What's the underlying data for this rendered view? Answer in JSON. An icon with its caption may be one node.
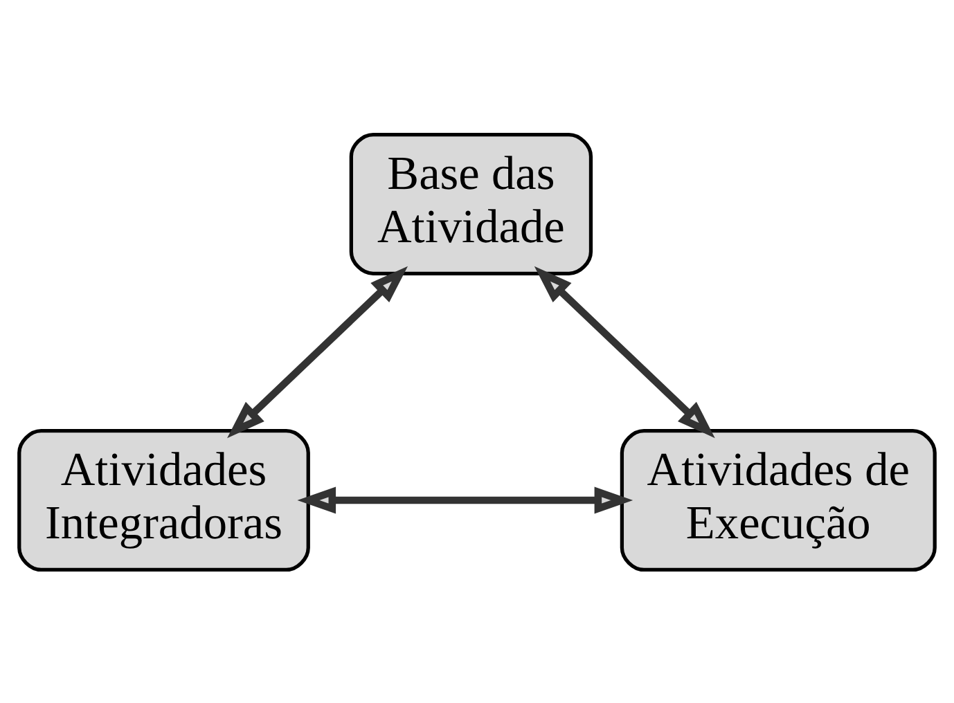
{
  "diagram": {
    "nodes": [
      {
        "text": [
          "Base das Atividade"
        ]
      },
      {
        "text": [
          "Atividades Integradoras"
        ]
      },
      {
        "text": [
          "Atividades de Execução"
        ]
      }
    ],
    "edges": [
      {
        "from": 0,
        "to": 1,
        "arrow": "both"
      },
      {
        "from": 0,
        "to": 2,
        "arrow": "both"
      },
      {
        "from": 1,
        "to": 2,
        "arrow": "both"
      }
    ]
  }
}
